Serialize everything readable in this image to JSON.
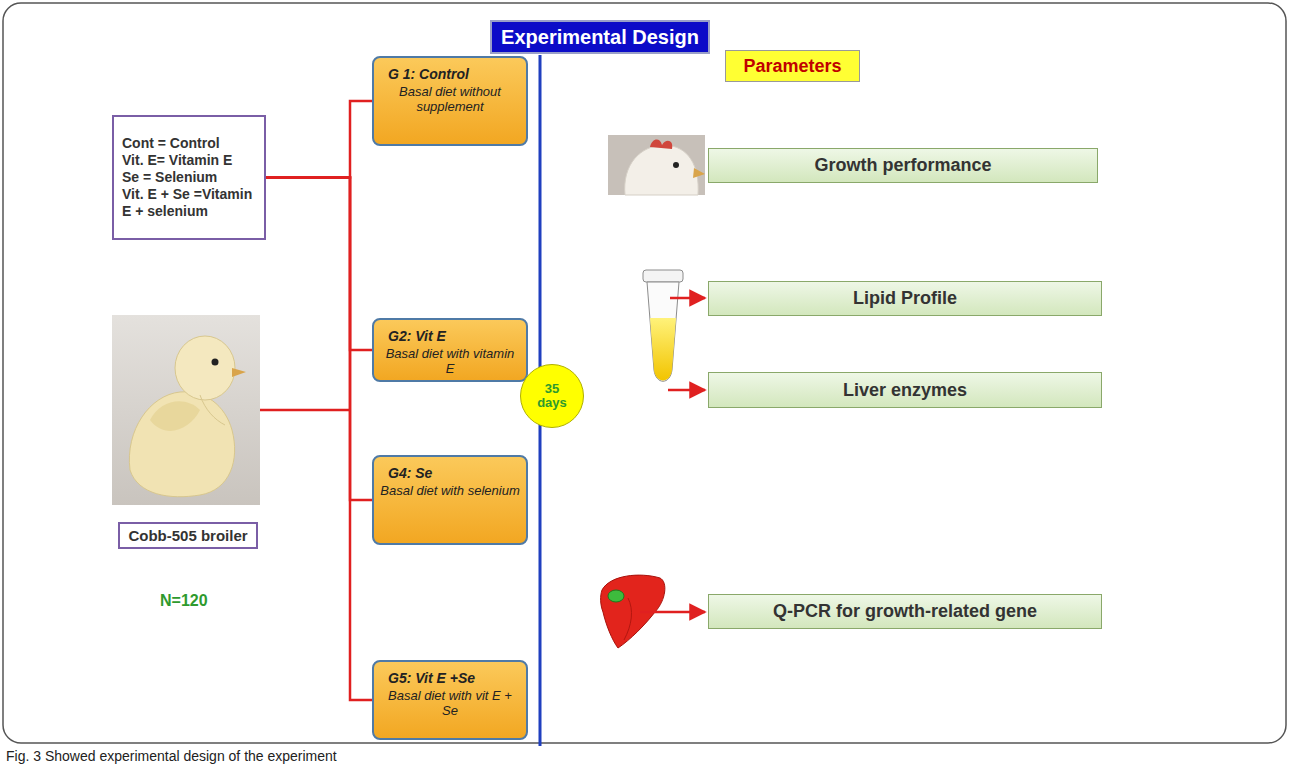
{
  "diagram": {
    "title": "Experimental Design",
    "caption": "Fig. 3 Showed experimental design of the experiment",
    "nodes": [
      {
        "text": [
          "Parameters"
        ]
      },
      {
        "text": [
          "Cont = Control",
          "Vit. E= Vitamin E",
          "Se = Selenium",
          "Vit. E + Se =Vitamin E + selenium"
        ]
      },
      {
        "text": [
          "Cobb-505 broiler"
        ]
      },
      {
        "text": [
          "G 1: Control",
          "Basal diet without supplement"
        ]
      },
      {
        "text": [
          "G2: Vit E",
          "Basal diet with vitamin E"
        ]
      },
      {
        "text": [
          "G4: Se",
          "Basal diet with selenium"
        ]
      },
      {
        "text": [
          "G5: Vit E +Se",
          "Basal diet with vit E + Se"
        ]
      },
      {
        "text": [
          "35 days"
        ]
      },
      {
        "text": [
          "Growth performance"
        ]
      },
      {
        "text": [
          "Lipid Profile"
        ]
      },
      {
        "text": [
          "Liver enzymes"
        ]
      },
      {
        "text": [
          "Q-PCR for growth-related gene"
        ]
      }
    ],
    "edges": [
      {
        "from": 1,
        "to": 3,
        "arrow": "none"
      },
      {
        "from": 1,
        "to": 4,
        "arrow": "none"
      },
      {
        "from": 1,
        "to": 5,
        "arrow": "none"
      },
      {
        "from": 1,
        "to": 6,
        "arrow": "none"
      }
    ],
    "labels": [
      "N=120"
    ]
  }
}
